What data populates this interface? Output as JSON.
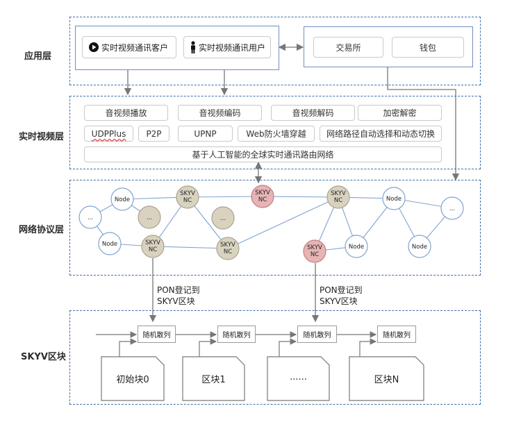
{
  "layers": {
    "app": "应用层",
    "realtime": "实时视频层",
    "network": "网络协议层",
    "chain": "SKYV区块"
  },
  "app_layer": {
    "client_customer": "实时视频通讯客户",
    "client_user": "实时视频通讯用户",
    "exchange": "交易所",
    "wallet": "钱包",
    "icons": [
      "play-circle-icon",
      "person-icon"
    ]
  },
  "realtime_layer": {
    "row1": [
      "音视频播放",
      "音视频编码",
      "音视频解码",
      "加密解密"
    ],
    "row2": [
      "UDPPlus",
      "P2P",
      "UPNP",
      "Web防火墙穿越",
      "网络路径自动选择和动态切换"
    ],
    "row3": "基于人工智能的全球实时通讯路由网络"
  },
  "network_layer": {
    "node_label": "Node",
    "skyv_label_line1": "SKYV",
    "skyv_label_line2": "NC",
    "ellipsis_label": "...",
    "colors": {
      "skyv": "#d8d2bf",
      "skyv_alt": "#e7b3b5",
      "node": "#ffffff",
      "edge": "#7fa3d2"
    }
  },
  "annotations": {
    "left_line1": "PON登记到",
    "left_line2": "SKYV区块",
    "right_line1": "PON登记到",
    "right_line2": "SKYV区块"
  },
  "chain_layer": {
    "hash_label": "随机散列",
    "blocks": [
      "初始块0",
      "区块1",
      "......",
      "区块N"
    ]
  }
}
